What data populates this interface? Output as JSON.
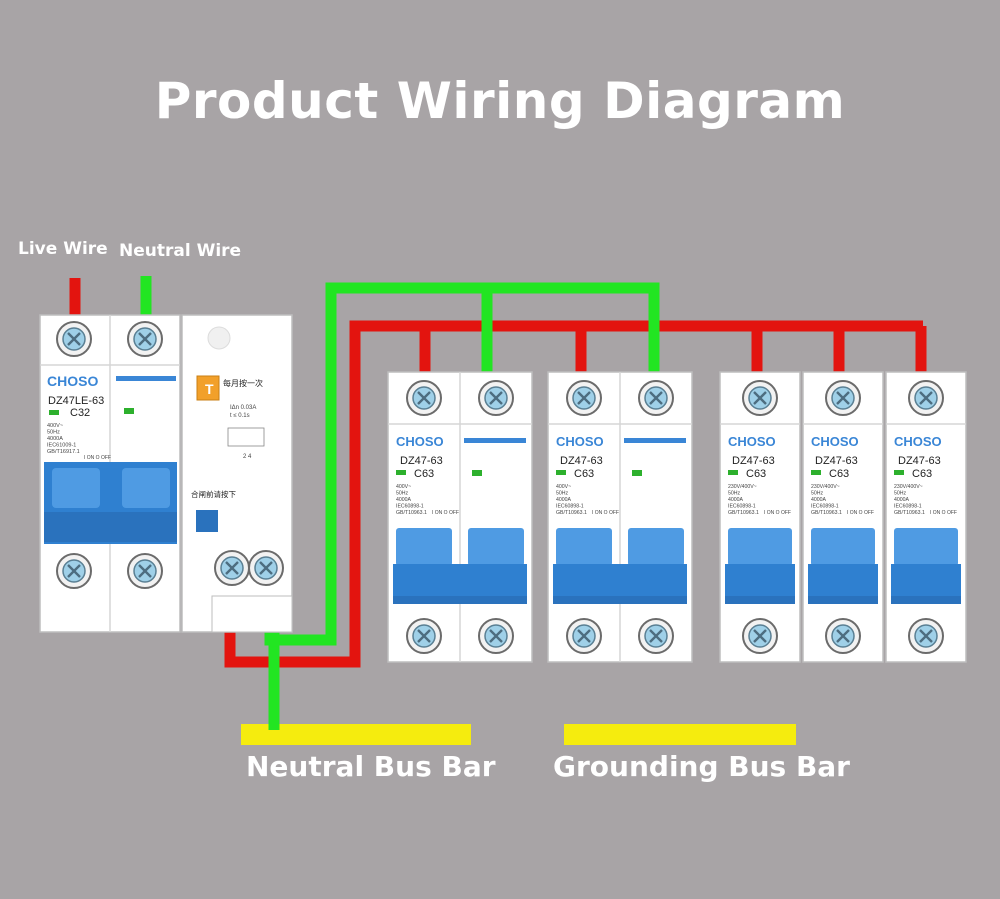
{
  "title": "Product Wiring Diagram",
  "labels": {
    "live_wire": "Live Wire",
    "neutral_wire": "Neutral Wire",
    "neutral_bus_bar": "Neutral Bus Bar",
    "grounding_bus_bar": "Grounding Bus Bar"
  },
  "colors": {
    "background": "#a8a4a6",
    "live": "#e3140f",
    "neutral": "#22e522",
    "bus_bar": "#f5ec0e",
    "handle": "#2f80d0",
    "brand": "#3a86d6"
  },
  "rcbo": {
    "brand": "CHOSO",
    "model": "DZ47LE-63",
    "rating": "C32",
    "specs": [
      "400V~",
      "50Hz",
      "4000A",
      "IEC61009-1",
      "GB/T16917.1"
    ],
    "switch_text": "I ON  O OFF",
    "test_button_text": "每月按一次",
    "sensitivity": [
      "IΔn 0.03A",
      "t ≤ 0.1s"
    ],
    "reset_text": "合闸前请按下",
    "terminal_numbers": "2  4"
  },
  "breakers": [
    {
      "brand": "CHOSO",
      "model": "DZ47-63",
      "rating": "C63",
      "specs": [
        "400V~",
        "50Hz",
        "4000A",
        "IEC60898-1",
        "GB/T10963.1"
      ],
      "switch_text": "I ON  O OFF"
    },
    {
      "brand": "CHOSO",
      "model": "DZ47-63",
      "rating": "C63",
      "specs": [
        "400V~",
        "50Hz",
        "4000A",
        "IEC60898-1",
        "GB/T10963.1"
      ],
      "switch_text": "I ON  O OFF"
    },
    {
      "brand": "CHOSO",
      "model": "DZ47-63",
      "rating": "C63",
      "specs": [
        "230V/400V~",
        "50Hz",
        "4000A",
        "IEC60898-1",
        "GB/T10963.1"
      ],
      "switch_text": "I ON  O OFF"
    },
    {
      "brand": "CHOSO",
      "model": "DZ47-63",
      "rating": "C63",
      "specs": [
        "230V/400V~",
        "50Hz",
        "4000A",
        "IEC60898-1",
        "GB/T10963.1"
      ],
      "switch_text": "I ON  O OFF"
    },
    {
      "brand": "CHOSO",
      "model": "DZ47-63",
      "rating": "C63",
      "specs": [
        "230V/400V~",
        "50Hz",
        "4000A",
        "IEC60898-1",
        "GB/T10963.1"
      ],
      "switch_text": "I ON  O OFF"
    }
  ]
}
